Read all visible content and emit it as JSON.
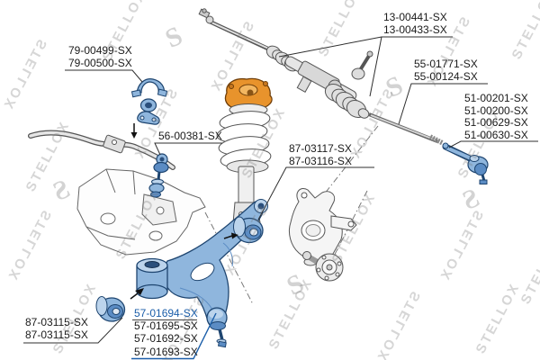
{
  "watermark": {
    "text": "STELLOX",
    "logo": "S"
  },
  "colors": {
    "link_highlight_blue": "#1b5ea9",
    "highlighted_part_blue": "#8fb6dd",
    "part_outline_blue": "#1e4570",
    "strut_mount_orange": "#e8932c",
    "drawing_gray": "#555555"
  },
  "labels": {
    "stab_bushing": {
      "lines": [
        "79-00499-SX",
        "79-00500-SX"
      ]
    },
    "steering_rack": {
      "lines": [
        "13-00441-SX",
        "13-00433-SX"
      ]
    },
    "inner_tie_rod": {
      "lines": [
        "55-01771-SX",
        "55-00124-SX"
      ]
    },
    "tie_rod_end": {
      "lines": [
        "51-00201-SX",
        "51-00200-SX",
        "51-00629-SX",
        "51-00630-SX"
      ]
    },
    "stab_link": {
      "lines": [
        "56-00381-SX"
      ]
    },
    "arm_rear_bushing": {
      "lines": [
        "87-03117-SX",
        "87-03116-SX"
      ]
    },
    "arm_front_bushing": {
      "lines": [
        "87-03115-SX",
        "87-03115-SX"
      ]
    },
    "control_arm": {
      "lines": [
        "57-01694-SX",
        "57-01695-SX",
        "57-01692-SX",
        "57-01693-SX"
      ],
      "highlighted": "57-01694-SX"
    }
  }
}
